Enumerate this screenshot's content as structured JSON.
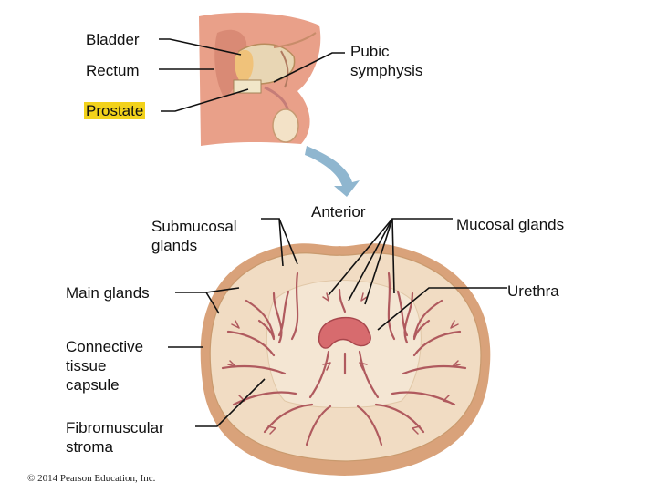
{
  "labels": {
    "bladder": "Bladder",
    "rectum": "Rectum",
    "prostate": "Prostate",
    "pubic_symphysis": "Pubic\nsymphysis",
    "submucosal_glands": "Submucosal\nglands",
    "anterior": "Anterior",
    "mucosal_glands": "Mucosal glands",
    "main_glands": "Main glands",
    "urethra": "Urethra",
    "connective_tissue_capsule": "Connective\ntissue\ncapsule",
    "fibromuscular_stroma": "Fibromuscular\nstroma"
  },
  "copyright": "© 2014 Pearson Education, Inc.",
  "colors": {
    "capsule_outer": "#d9a27a",
    "capsule_inner": "#f1dcc3",
    "stroma_fill": "#f4e6d3",
    "gland_line": "#b05a5e",
    "urethra_fill": "#d76b6e",
    "arrow": "#8fb6cf",
    "highlight": "#f2d21b",
    "skin": "#e9a089"
  }
}
